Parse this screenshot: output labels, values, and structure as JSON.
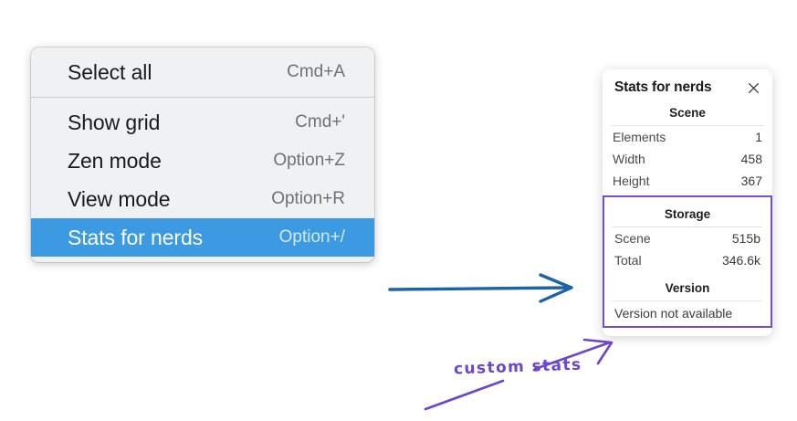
{
  "colors": {
    "menu_background": "#eff1f3",
    "menu_selected": "#3b9ae1",
    "accent_purple": "#7450cf",
    "arrow_blue": "#1b64a8"
  },
  "context_menu": {
    "groups": [
      {
        "items": [
          {
            "label": "Select all",
            "shortcut": "Cmd+A",
            "selected": false
          }
        ]
      },
      {
        "items": [
          {
            "label": "Show grid",
            "shortcut": "Cmd+'",
            "selected": false
          },
          {
            "label": "Zen mode",
            "shortcut": "Option+Z",
            "selected": false
          },
          {
            "label": "View mode",
            "shortcut": "Option+R",
            "selected": false
          },
          {
            "label": "Stats for nerds",
            "shortcut": "Option+/",
            "selected": true
          }
        ]
      }
    ]
  },
  "stats_panel": {
    "title": "Stats for nerds",
    "close_icon": "close-icon",
    "scene": {
      "heading": "Scene",
      "rows": [
        {
          "key": "Elements",
          "value": "1"
        },
        {
          "key": "Width",
          "value": "458"
        },
        {
          "key": "Height",
          "value": "367"
        }
      ]
    },
    "storage": {
      "heading": "Storage",
      "rows": [
        {
          "key": "Scene",
          "value": "515b"
        },
        {
          "key": "Total",
          "value": "346.6k"
        }
      ]
    },
    "version": {
      "heading": "Version",
      "text": "Version not available"
    }
  },
  "annotations": {
    "handwritten_label": "custom stats",
    "blue_arrow_name": "blue-arrow",
    "purple_arrow_name": "purple-arrow"
  }
}
